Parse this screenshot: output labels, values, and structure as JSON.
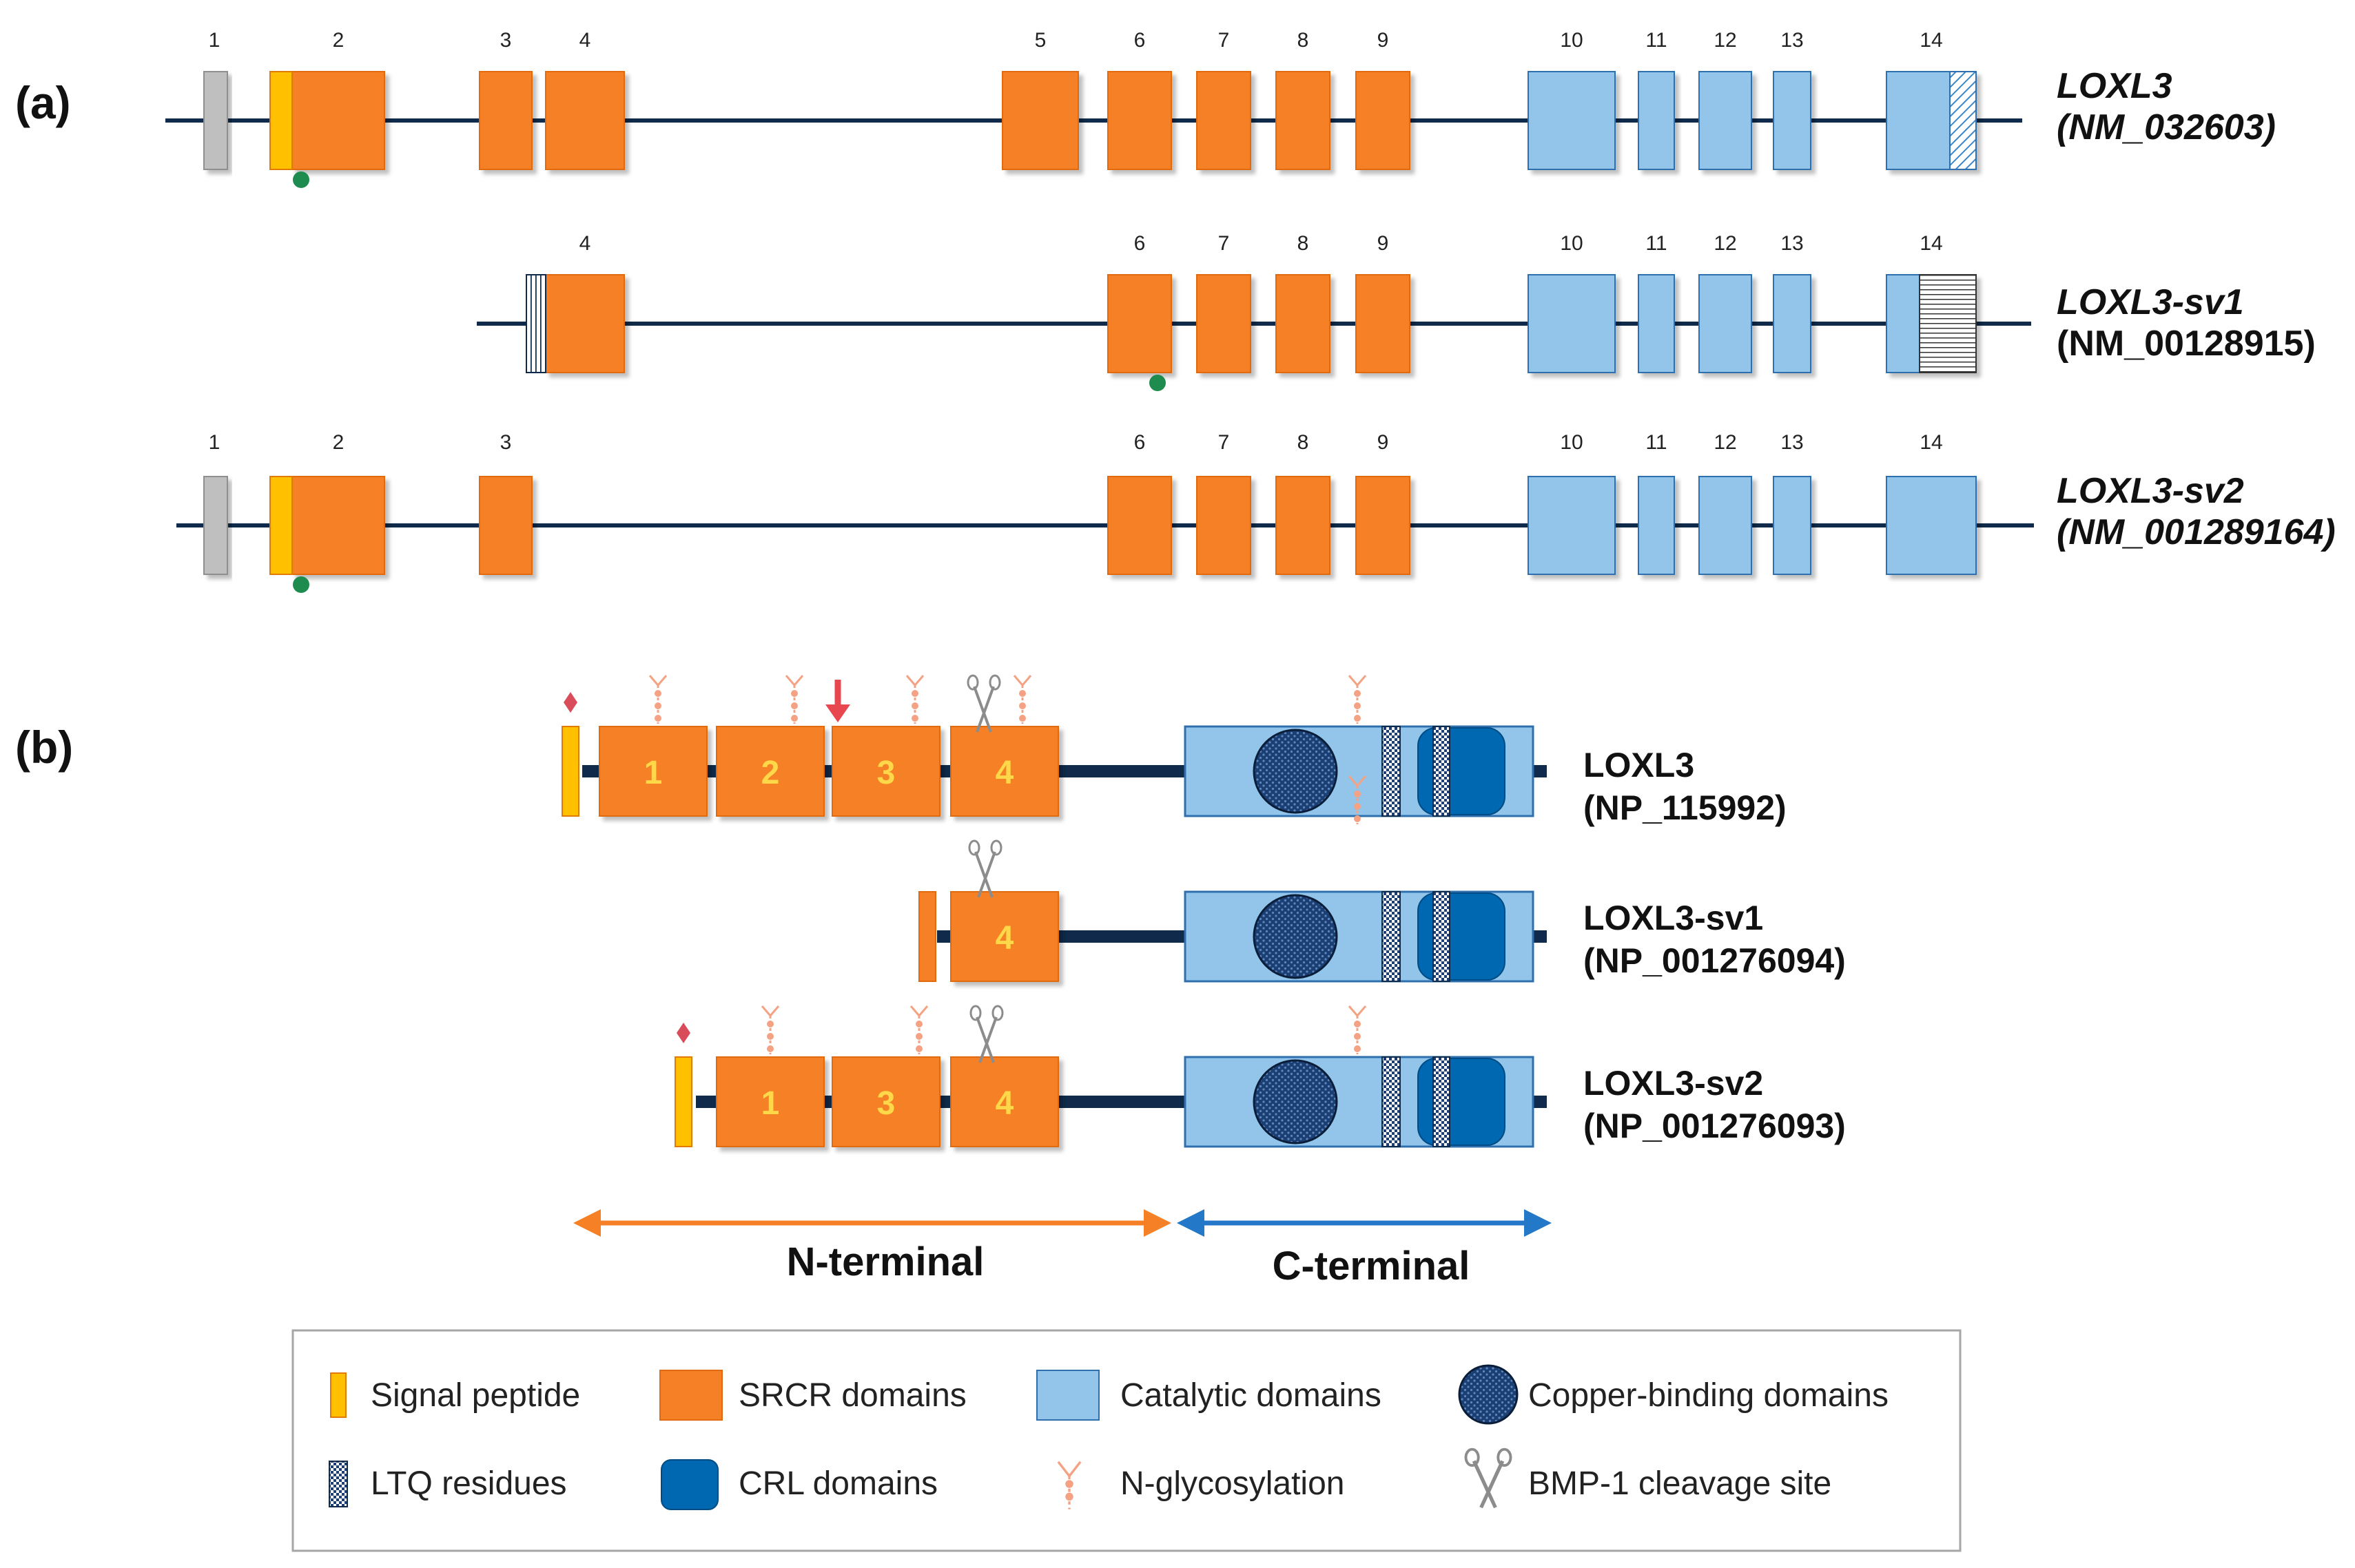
{
  "panel_a": {
    "label": "(a)",
    "rows": [
      {
        "name": "LOXL3",
        "accession": "(NM_032603)",
        "italic_accession": true,
        "exons": [
          {
            "num": "1",
            "kind": "utr"
          },
          {
            "num": "2",
            "kind": "srcr",
            "signal": true
          },
          {
            "num": "3",
            "kind": "srcr"
          },
          {
            "num": "4",
            "kind": "srcr"
          },
          {
            "num": "5",
            "kind": "srcr"
          },
          {
            "num": "6",
            "kind": "srcr"
          },
          {
            "num": "7",
            "kind": "srcr"
          },
          {
            "num": "8",
            "kind": "srcr"
          },
          {
            "num": "9",
            "kind": "srcr"
          },
          {
            "num": "10",
            "kind": "catalytic"
          },
          {
            "num": "11",
            "kind": "catalytic"
          },
          {
            "num": "12",
            "kind": "catalytic"
          },
          {
            "num": "13",
            "kind": "catalytic"
          },
          {
            "num": "14",
            "kind": "catalytic",
            "tail": "diagonal"
          }
        ],
        "start_codon_marker_on_exon": "2"
      },
      {
        "name": "LOXL3-sv1",
        "accession": "(NM_00128915)",
        "italic_accession": false,
        "exons": [
          {
            "num": "4",
            "kind": "srcr",
            "lead": "vertical"
          },
          {
            "num": "6",
            "kind": "srcr"
          },
          {
            "num": "7",
            "kind": "srcr"
          },
          {
            "num": "8",
            "kind": "srcr"
          },
          {
            "num": "9",
            "kind": "srcr"
          },
          {
            "num": "10",
            "kind": "catalytic"
          },
          {
            "num": "11",
            "kind": "catalytic"
          },
          {
            "num": "12",
            "kind": "catalytic"
          },
          {
            "num": "13",
            "kind": "catalytic"
          },
          {
            "num": "14",
            "kind": "catalytic",
            "tail": "horizontal"
          }
        ],
        "start_codon_marker_on_exon": "6"
      },
      {
        "name": "LOXL3-sv2",
        "accession": "(NM_001289164)",
        "italic_accession": true,
        "exons": [
          {
            "num": "1",
            "kind": "utr"
          },
          {
            "num": "2",
            "kind": "srcr",
            "signal": true
          },
          {
            "num": "3",
            "kind": "srcr"
          },
          {
            "num": "6",
            "kind": "srcr"
          },
          {
            "num": "7",
            "kind": "srcr"
          },
          {
            "num": "8",
            "kind": "srcr"
          },
          {
            "num": "9",
            "kind": "srcr"
          },
          {
            "num": "10",
            "kind": "catalytic"
          },
          {
            "num": "11",
            "kind": "catalytic"
          },
          {
            "num": "12",
            "kind": "catalytic"
          },
          {
            "num": "13",
            "kind": "catalytic"
          },
          {
            "num": "14",
            "kind": "catalytic"
          }
        ],
        "start_codon_marker_on_exon": "2"
      }
    ]
  },
  "panel_b": {
    "label": "(b)",
    "proteins": [
      {
        "name": "LOXL3",
        "accession": "(NP_115992)",
        "srcr_domains": [
          "1",
          "2",
          "3",
          "4"
        ]
      },
      {
        "name": "LOXL3-sv1",
        "accession": "(NP_001276094)",
        "srcr_domains": [
          "4"
        ]
      },
      {
        "name": "LOXL3-sv2",
        "accession": "(NP_001276093)",
        "srcr_domains": [
          "1",
          "3",
          "4"
        ]
      }
    ],
    "n_terminal_label": "N-terminal",
    "c_terminal_label": "C-terminal"
  },
  "legend": {
    "items": [
      {
        "label": "Signal peptide",
        "icon": "signal-peptide-icon"
      },
      {
        "label": "SRCR domains",
        "icon": "srcr-domain-icon"
      },
      {
        "label": "Catalytic domains",
        "icon": "catalytic-domain-icon"
      },
      {
        "label": "Copper-binding domains",
        "icon": "copper-binding-icon"
      },
      {
        "label": "LTQ residues",
        "icon": "ltq-residue-icon"
      },
      {
        "label": "CRL domains",
        "icon": "crl-domain-icon"
      },
      {
        "label": "N-glycosylation",
        "icon": "n-glycosylation-icon"
      },
      {
        "label": "BMP-1 cleavage site",
        "icon": "scissors-icon"
      }
    ]
  },
  "colors": {
    "srcr": "#F58025",
    "srcr_edge": "#E06A10",
    "catalytic": "#93C5EA",
    "catalytic_edge": "#2F6FAE",
    "utr": "#BFBFBF",
    "signal": "#FFC000",
    "crl": "#0067B1",
    "copper": "#1B3F73",
    "line": "#0F2A4A",
    "n_terminal": "#F58025",
    "c_terminal": "#2478C8",
    "glyco": "#F4A283",
    "scissors": "#8C8C8C",
    "marker_green": "#1E8C4E",
    "marker_diamond": "#D94C5A",
    "arrow_red": "#E8474F"
  }
}
